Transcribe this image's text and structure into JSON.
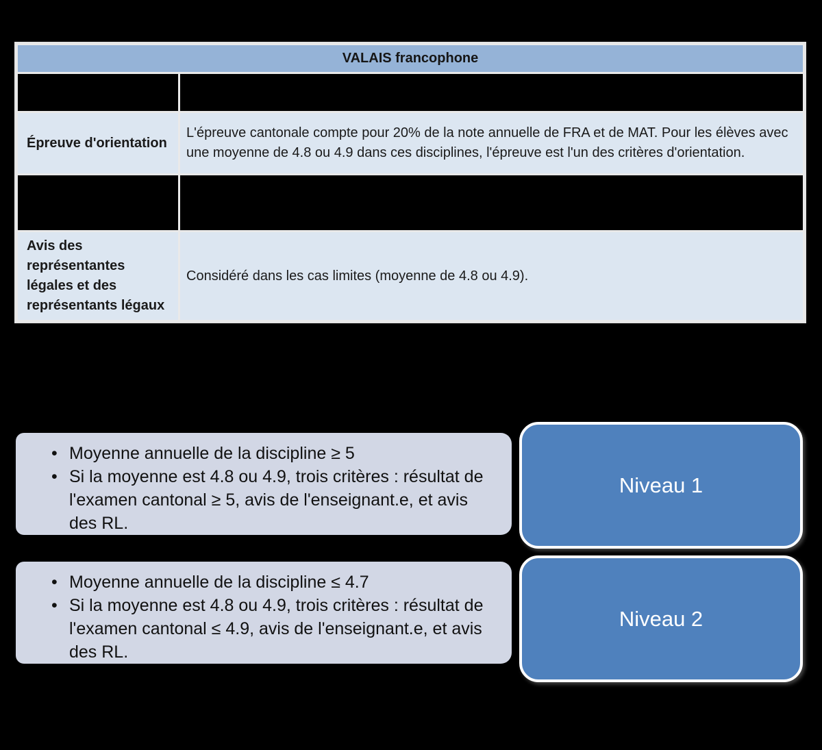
{
  "table": {
    "title": "VALAIS francophone",
    "colors": {
      "header_bg": "#95b3d7",
      "row_light_bg": "#dce6f1",
      "row_dark_bg": "#000000",
      "gridline": "#e9e9e9",
      "text": "#1a1a1a"
    },
    "rows": [
      {
        "type": "dark",
        "label": "",
        "content": ""
      },
      {
        "type": "light",
        "label": "Épreuve d'orientation",
        "content": "L'épreuve cantonale compte pour 20% de la note annuelle de FRA et de MAT. Pour les élèves avec une moyenne de 4.8 ou 4.9 dans ces disciplines, l'épreuve est l'un des critères d'orientation."
      },
      {
        "type": "dark",
        "label": "",
        "content": ""
      },
      {
        "type": "light",
        "label": "Avis des représentantes légales et des représentants légaux",
        "content": "Considéré dans les cas limites (moyenne de 4.8 ou 4.9)."
      }
    ]
  },
  "flow": {
    "colors": {
      "panel_bg": "#d2d7e5",
      "level_bg": "#4f81bd",
      "level_border": "#ffffff",
      "level_text": "#ffffff"
    },
    "rows": [
      {
        "bullet_glyph": "•",
        "bullets": [
          "Moyenne annuelle de la discipline ≥ 5",
          "Si la moyenne est 4.8 ou 4.9, trois critères : résultat de l'examen cantonal ≥ 5, avis de l'enseignant.e, et avis des RL."
        ],
        "level_label": "Niveau 1"
      },
      {
        "bullet_glyph": "•",
        "bullets": [
          "Moyenne annuelle de la discipline ≤ 4.7",
          "Si la moyenne est 4.8 ou 4.9, trois critères : résultat de l'examen cantonal ≤ 4.9, avis de l'enseignant.e, et avis des RL."
        ],
        "level_label": "Niveau 2"
      }
    ]
  }
}
